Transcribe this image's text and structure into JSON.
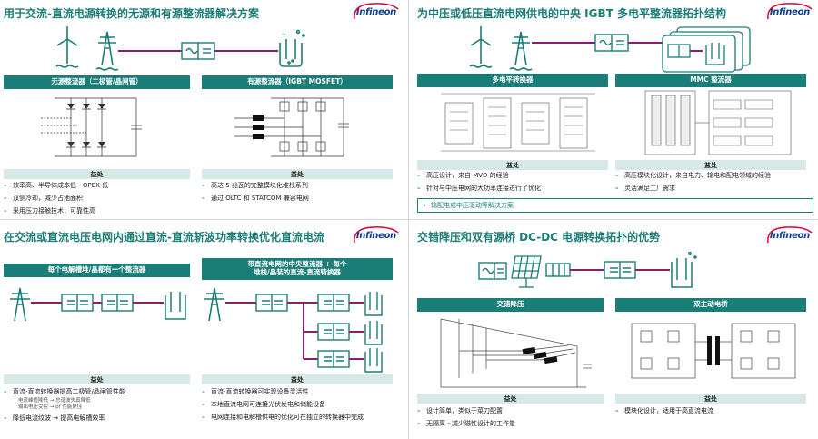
{
  "logo_text": "Infineon",
  "colors": {
    "teal": "#1b7d77",
    "light_teal": "#d6e9e6",
    "purple": "#8b1f6e"
  },
  "panel1": {
    "title": "用于交流-直流电源转换的无源和有源整流器解决方案",
    "left_header": "无源整流器（二极管/晶闸管）",
    "right_header": "有源整流器（IGBT MOSFET）",
    "benefit_label_left": "益处",
    "benefit_label_right": "益处",
    "left_benefits": [
      "效率高、半导体成本低 - OPEX 低",
      "双侧冷却，减少占地面积",
      "采用压力接触技术，可靠性高"
    ],
    "right_benefits": [
      "高达 5 兆瓦的完整模块化堆栈系列",
      "通过 OLTC 和 STATCOM 兼容电网"
    ]
  },
  "panel2": {
    "title": "为中压或低压直流电网供电的中央 IGBT 多电平整流器拓扑结构",
    "left_header": "多电平转换器",
    "right_header": "MMC 整流器",
    "benefit_label_left": "益处",
    "benefit_label_right": "益处",
    "left_benefits": [
      "高压设计，来自 MVD 的经验",
      "针对与中压电网的大功率连接进行了优化"
    ],
    "right_benefits": [
      "高压模块化设计，来自电力、输电和配电领域的经验",
      "灵活满足工厂需求"
    ],
    "link_text": "输配电或中压驱动等解决方案"
  },
  "panel3": {
    "title": "在交流或直流电压电网内通过直流-直流斩波功率转换优化直流电流",
    "left_header": "每个电解槽堆/晶都有一个整流器",
    "right_header_line1": "带直流电网的中央整流器 + 每个",
    "right_header_line2": "堆栈/晶装的直流-直流转换器",
    "benefit_label_left": "益处",
    "benefit_label_right": "益处",
    "left_b1": "直流-直流转换器提高二极管/晶闸管性能",
    "left_b1_sub1": "电流峰值降低 → 总谐波失真降低",
    "left_b1_sub2": "输出电压受控 → pf 性能更佳",
    "left_b2": "降低电流纹波 → 提高电解槽效率",
    "right_benefits": [
      "直流-直流转换器可实现设备灵活性",
      "本地直流电网可连接光伏发电和储能设备",
      "电网连接和电解槽供电的优化可在独立的转换器中完成"
    ]
  },
  "panel4": {
    "title": "交错降压和双有源桥 DC-DC 电源转换拓扑的优势",
    "left_header": "交错降压",
    "right_header": "双主动电桥",
    "benefit_label_left": "益处",
    "benefit_label_right": "益处",
    "left_benefits": [
      "设计简单，类似于菜刀配置",
      "无隔离 - 减少磁性设计的工作量"
    ],
    "right_benefits": [
      "模块化设计，适用于高直流电流"
    ]
  }
}
